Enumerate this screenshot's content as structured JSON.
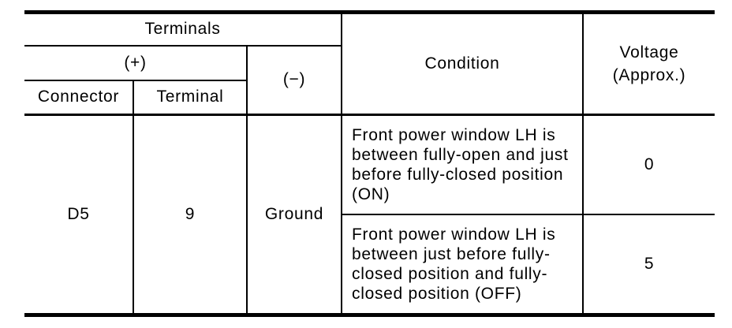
{
  "page": {
    "background": "#ffffff"
  },
  "table": {
    "colors": {
      "border": "#000000",
      "text": "#000000",
      "background": "#ffffff"
    },
    "headers": {
      "terminals": "Terminals",
      "plus": "(+)",
      "minus": "(−)",
      "connector": "Connector",
      "terminal": "Terminal",
      "condition": "Condition",
      "voltage_line1": "Voltage",
      "voltage_line2": "(Approx.)"
    },
    "body": {
      "connector": "D5",
      "terminal": "9",
      "minus": "Ground",
      "rows": [
        {
          "condition": "Front power window LH is between fully-open and just before fully-closed position (ON)",
          "voltage": "0"
        },
        {
          "condition": "Front power window LH is between just before fully-closed position and fully-closed position (OFF)",
          "voltage": "5"
        }
      ]
    }
  }
}
